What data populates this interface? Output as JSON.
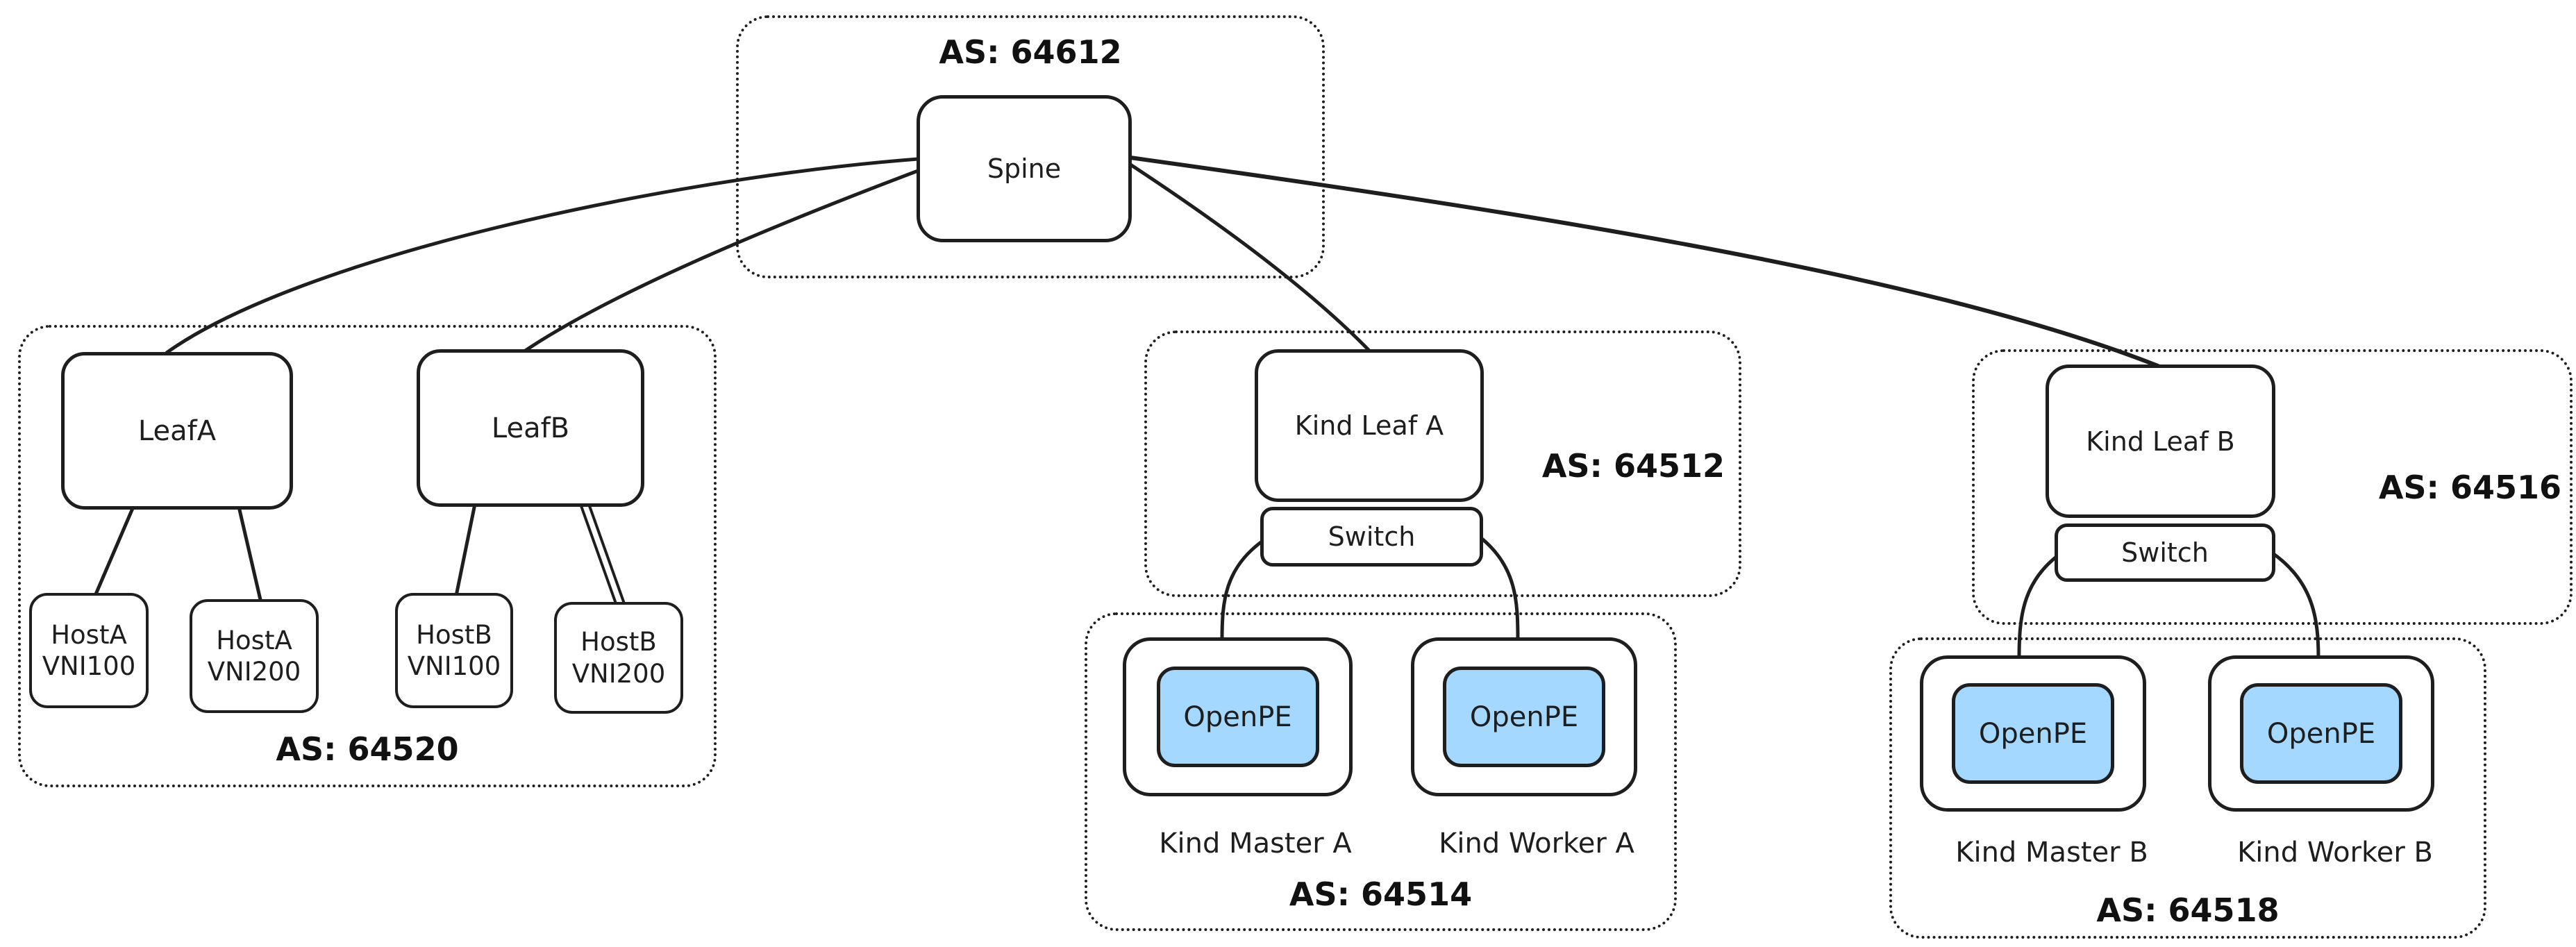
{
  "colors": {
    "stroke": "#1e1e1e",
    "openpe_fill": "#a5d8ff",
    "background": "#ffffff"
  },
  "groups": {
    "spine_as": {
      "as_label": "AS: 64612"
    },
    "hosts_as": {
      "as_label": "AS: 64520"
    },
    "kind_a_as": {
      "as_label": "AS: 64512"
    },
    "kube_a_as": {
      "as_label": "AS: 64514"
    },
    "kind_b_as": {
      "as_label": "AS: 64516"
    },
    "kube_b_as": {
      "as_label": "AS: 64518"
    }
  },
  "nodes": {
    "spine": "Spine",
    "leaf_a": "LeafA",
    "leaf_b": "LeafB",
    "host_a_vni100": {
      "line1": "HostA",
      "line2": "VNI100"
    },
    "host_a_vni200": {
      "line1": "HostA",
      "line2": "VNI200"
    },
    "host_b_vni100": {
      "line1": "HostB",
      "line2": "VNI100"
    },
    "host_b_vni200": {
      "line1": "HostB",
      "line2": "VNI200"
    },
    "kind_leaf_a": "Kind Leaf A",
    "switch_a": "Switch",
    "kind_leaf_b": "Kind Leaf B",
    "switch_b": "Switch",
    "openpe": "OpenPE"
  },
  "captions": {
    "kind_master_a": "Kind Master A",
    "kind_worker_a": "Kind Worker A",
    "kind_master_b": "Kind Master B",
    "kind_worker_b": "Kind Worker B"
  }
}
